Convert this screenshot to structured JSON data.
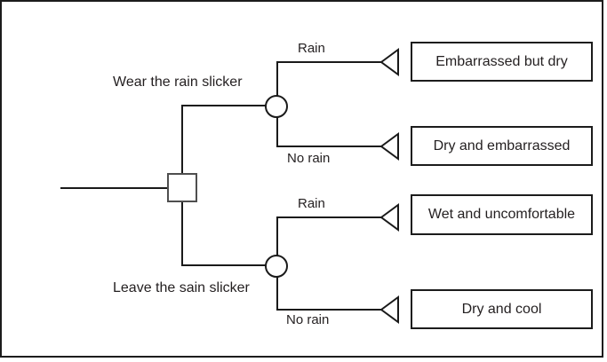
{
  "diagram": {
    "kind": "decision-tree",
    "decision_node_shape": "square",
    "chance_node_shape": "circle",
    "terminal_node_shape": "triangle",
    "branches": [
      {
        "label": "Wear the rain slicker",
        "outcomes": [
          {
            "condition": "Rain",
            "result": "Embarrassed but dry"
          },
          {
            "condition": "No rain",
            "result": "Dry and embarrassed"
          }
        ]
      },
      {
        "label": "Leave the sain slicker",
        "outcomes": [
          {
            "condition": "Rain",
            "result": "Wet and uncomfortable"
          },
          {
            "condition": "No rain",
            "result": "Dry and cool"
          }
        ]
      }
    ],
    "colors": {
      "line": "#1a1a1a",
      "square_border": "#4f4f4f",
      "text": "#231f20",
      "background": "#ffffff"
    }
  }
}
